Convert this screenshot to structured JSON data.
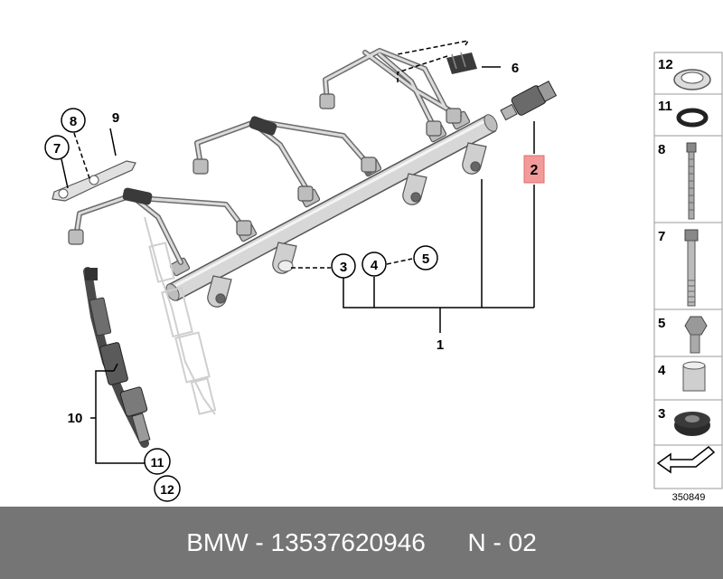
{
  "diagram": {
    "colors": {
      "line": "#000000",
      "highlight": "#f29a9a",
      "footer_bg": "#757575",
      "footer_text": "#ffffff",
      "part": "#7a7a7a"
    },
    "callouts": {
      "c1": "1",
      "c2": "2",
      "c3": "3",
      "c4": "4",
      "c5": "5",
      "c6": "6",
      "c7": "7",
      "c8": "8",
      "c9": "9",
      "c10": "10",
      "c11": "11",
      "c12": "12"
    },
    "side_panel": {
      "items": [
        {
          "label": "12",
          "icon": "sealing-ring-icon"
        },
        {
          "label": "11",
          "icon": "o-ring-icon"
        },
        {
          "label": "8",
          "icon": "stud-bolt-icon"
        },
        {
          "label": "7",
          "icon": "hex-bolt-icon"
        },
        {
          "label": "5",
          "icon": "collar-screw-icon"
        },
        {
          "label": "4",
          "icon": "spacer-sleeve-icon"
        },
        {
          "label": "3",
          "icon": "rubber-grommet-icon"
        },
        {
          "label": "",
          "icon": "arrow-icon"
        }
      ],
      "diagram_number": "350849"
    }
  },
  "footer": {
    "brand": "BMW",
    "sep1": " - ",
    "part_number": "13537620946",
    "gap": "      ",
    "position": "N - 02"
  }
}
